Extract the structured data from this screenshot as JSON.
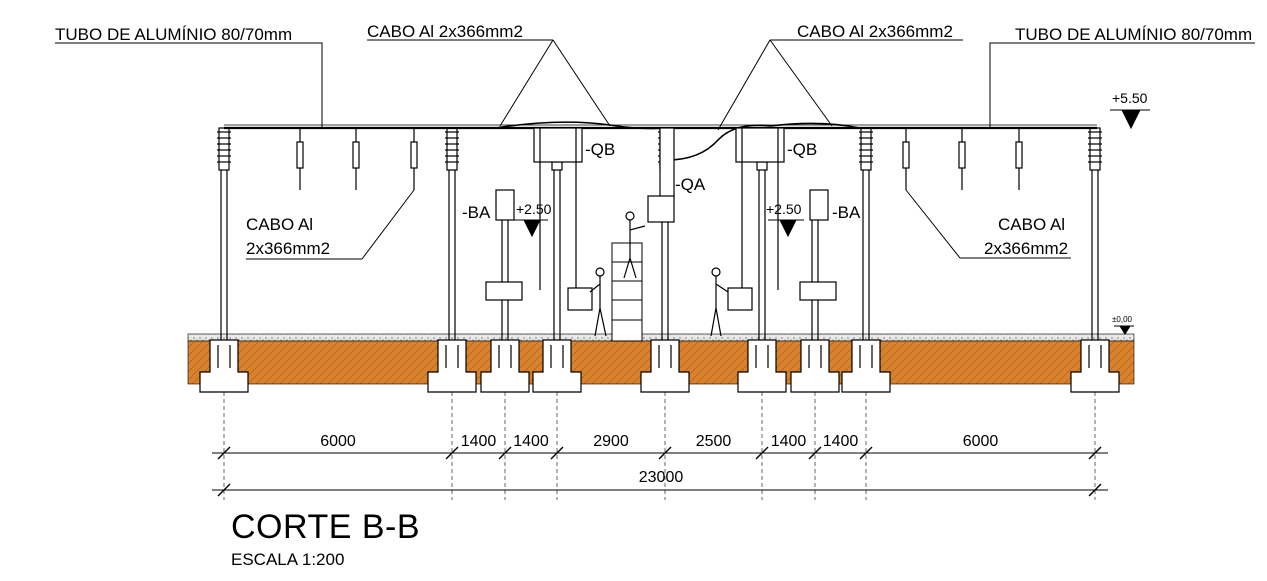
{
  "labels": {
    "tube_left": "TUBO DE ALUMÍNIO 80/70mm",
    "tube_right": "TUBO DE ALUMÍNIO 80/70mm",
    "cable_top_left": "CABO  Al 2x366mm2",
    "cable_top_right": "CABO  Al 2x366mm2",
    "cable_side_left_1": "CABO  Al",
    "cable_side_left_2": "2x366mm2",
    "cable_side_right_1": "CABO  Al",
    "cable_side_right_2": "2x366mm2",
    "qb_left": "-QB",
    "qb_right": "-QB",
    "qa": "-QA",
    "ba_left": "-BA",
    "ba_right": "-BA",
    "level_high": "+5.50",
    "level_mid_left": "+2.50",
    "level_mid_right": "+2.50",
    "level_ground": "±0,00"
  },
  "dimensions": {
    "segments": [
      "6000",
      "1400",
      "1400",
      "2900",
      "2500",
      "1400",
      "1400",
      "6000"
    ],
    "total": "23000"
  },
  "title": "CORTE B-B",
  "scale": "ESCALA 1:200",
  "colors": {
    "soil": "#d8822e",
    "soil_hatch": "#b9651c",
    "line": "#000000",
    "foundation": "#ffffff"
  }
}
